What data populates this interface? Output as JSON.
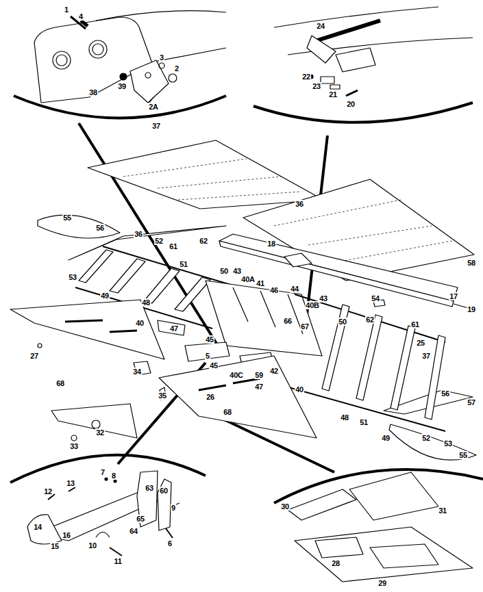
{
  "diagram": {
    "labels": [
      "1",
      "4",
      "3",
      "2",
      "38",
      "39",
      "2A",
      "24",
      "22",
      "23",
      "21",
      "20",
      "37",
      "36",
      "55",
      "56",
      "36",
      "52",
      "61",
      "62",
      "18",
      "51",
      "50",
      "43",
      "40A",
      "41",
      "46",
      "44",
      "58",
      "53",
      "49",
      "54",
      "43",
      "17",
      "19",
      "40B",
      "48",
      "62",
      "50",
      "66",
      "67",
      "61",
      "40",
      "47",
      "45",
      "25",
      "5",
      "27",
      "37",
      "45",
      "40C",
      "59",
      "42",
      "47",
      "34",
      "68",
      "40",
      "56",
      "57",
      "35",
      "26",
      "68",
      "48",
      "51",
      "32",
      "33",
      "49",
      "52",
      "53",
      "55",
      "7",
      "8",
      "13",
      "63",
      "60",
      "12",
      "30",
      "9",
      "31",
      "65",
      "14",
      "6",
      "64",
      "16",
      "15",
      "10",
      "11",
      "28",
      "29"
    ]
  }
}
